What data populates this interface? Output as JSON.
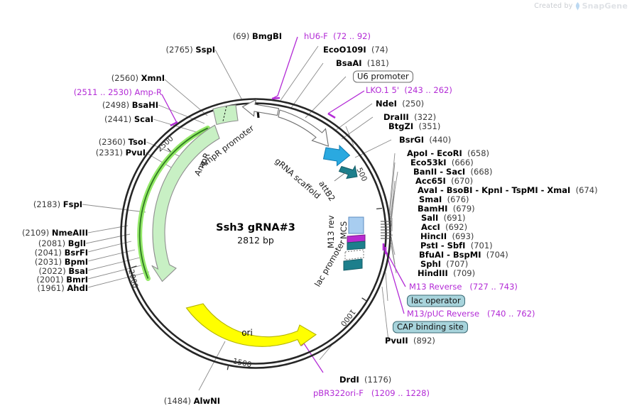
{
  "watermark": {
    "created_by": "Created by",
    "brand": "SnapGene",
    "logo_icon": "snapgene-logo-icon"
  },
  "plasmid": {
    "name": "Ssh3 gRNA#3",
    "length": "2812 bp",
    "ruler_ticks": [
      "500",
      "1000",
      "1500",
      "2000",
      "2500"
    ]
  },
  "features": [
    {
      "name": "AmpR promoter",
      "color": "#c8f0c4"
    },
    {
      "name": "AmpR",
      "color": "#c8f0c4"
    },
    {
      "name": "gRNA scaffold",
      "color": "#ffffff"
    },
    {
      "name": "attB2",
      "color": "#2aa9e0"
    },
    {
      "name": "M13 rev",
      "color": "#ffffff"
    },
    {
      "name": "MCS",
      "color": "#a8cdf0"
    },
    {
      "name": "lac promoter",
      "color": "#1d7f8c"
    },
    {
      "name": "ori",
      "color": "#ffff00"
    }
  ],
  "boxed_labels": [
    {
      "text": "U6 promoter",
      "style": "plain"
    },
    {
      "text": "lac operator",
      "style": "teal"
    },
    {
      "text": "CAP binding site",
      "style": "teal"
    }
  ],
  "labels_top_left": [
    {
      "pos": "(2765)",
      "enz": "SspI"
    },
    {
      "pos": "(2560)",
      "enz": "XmnI"
    },
    {
      "pos": "(2511 .. 2530)",
      "enz": "Amp-R",
      "primer": true
    },
    {
      "pos": "(2498)",
      "enz": "BsaHI"
    },
    {
      "pos": "(2441)",
      "enz": "ScaI"
    },
    {
      "pos": "(2360)",
      "enz": "TsoI"
    },
    {
      "pos": "(2331)",
      "enz": "PvuI"
    },
    {
      "pos": "(2183)",
      "enz": "FspI"
    },
    {
      "pos": "(2109)",
      "enz": "NmeAIII"
    },
    {
      "pos": "(2081)",
      "enz": "BglI"
    },
    {
      "pos": "(2041)",
      "enz": "BsrFI"
    },
    {
      "pos": "(2031)",
      "enz": "BpmI"
    },
    {
      "pos": "(2022)",
      "enz": "BsaI"
    },
    {
      "pos": "(2001)",
      "enz": "BmrI"
    },
    {
      "pos": "(1961)",
      "enz": "AhdI"
    },
    {
      "pos": "(1484)",
      "enz": "AlwNI"
    }
  ],
  "label_bmgbi": {
    "pos": "(69)",
    "enz": "BmgBI"
  },
  "labels_right": [
    {
      "enz": "hU6-F",
      "pos": "(72 .. 92)",
      "primer": true
    },
    {
      "enz": "EcoO109I",
      "pos": "(74)"
    },
    {
      "enz": "BsaAI",
      "pos": "(181)"
    },
    {
      "enz": "LKO.1 5'",
      "pos": "(243 .. 262)",
      "primer": true
    },
    {
      "enz": "NdeI",
      "pos": "(250)"
    },
    {
      "enz": "DraIII",
      "pos": "(322)"
    },
    {
      "enz": "BtgZI",
      "pos": "(351)"
    },
    {
      "enz": "BsrGI",
      "pos": "(440)"
    },
    {
      "enz": "ApoI  -  EcoRI",
      "pos": "(658)"
    },
    {
      "enz": "Eco53kI",
      "pos": "(666)"
    },
    {
      "enz": "BanII  -  SacI",
      "pos": "(668)"
    },
    {
      "enz": "Acc65I",
      "pos": "(670)"
    },
    {
      "enz": "AvaI  -  BsoBI  -  KpnI  -  TspMI  -  XmaI",
      "pos": "(674)"
    },
    {
      "enz": "SmaI",
      "pos": "(676)"
    },
    {
      "enz": "BamHI",
      "pos": "(679)"
    },
    {
      "enz": "SalI",
      "pos": "(691)"
    },
    {
      "enz": "AccI",
      "pos": "(692)"
    },
    {
      "enz": "HincII",
      "pos": "(693)"
    },
    {
      "enz": "PstI  -  SbfI",
      "pos": "(701)"
    },
    {
      "enz": "BfuAI  -  BspMI",
      "pos": "(704)"
    },
    {
      "enz": "SphI",
      "pos": "(707)"
    },
    {
      "enz": "HindIII",
      "pos": "(709)"
    },
    {
      "enz": "M13 Reverse",
      "pos": "(727 .. 743)",
      "primer": true
    },
    {
      "enz": "M13/pUC Reverse",
      "pos": "(740 .. 762)",
      "primer": true
    },
    {
      "enz": "PvuII",
      "pos": "(892)"
    },
    {
      "enz": "DrdI",
      "pos": "(1176)"
    },
    {
      "enz": "pBR322ori-F",
      "pos": "(1209 .. 1228)",
      "primer": true
    }
  ],
  "colors": {
    "primer": "#b32bd6",
    "backbone": "#262626",
    "ampr": "#c8f0c4",
    "ampr_edge": "#7ddf4f",
    "ori": "#ffff00",
    "attb2": "#2aa9e0",
    "mcs": "#a8cdf0",
    "lac": "#1d7f8c",
    "teal_box": "#a8d4dc"
  }
}
